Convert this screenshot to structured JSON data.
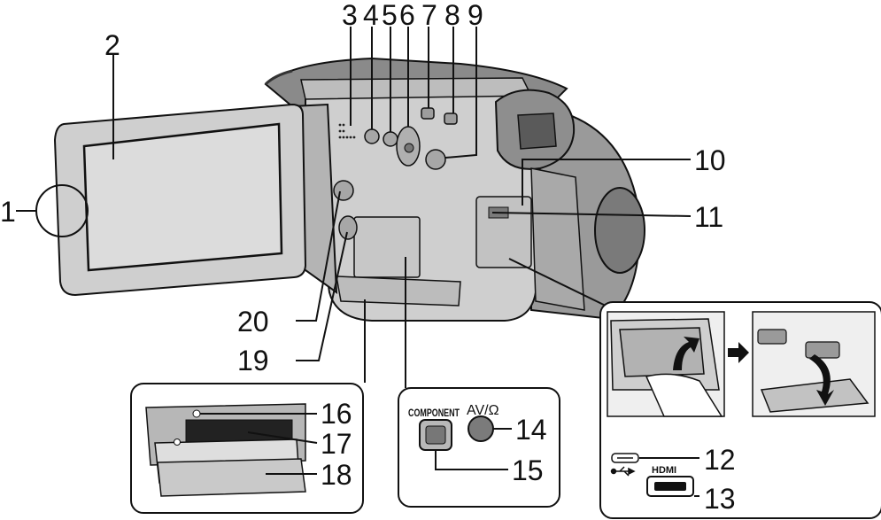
{
  "callouts": [
    "1",
    "2",
    "3",
    "4",
    "5",
    "6",
    "7",
    "8",
    "9",
    "10",
    "11",
    "12",
    "13",
    "14",
    "15",
    "16",
    "17",
    "18",
    "19",
    "20"
  ],
  "labels": {
    "component": "COMPONENT",
    "av_phones": "AV/Ω",
    "hdmi": "HDMI"
  },
  "colors": {
    "ink": "#111111",
    "body_light": "#cfcfcf",
    "body_mid": "#b4b4b4",
    "body_dark": "#6a6a6a",
    "lcd": "#dcdcdc",
    "panel_fill": "#efefef"
  },
  "icons": [
    "usb-icon",
    "arrow-right-icon",
    "curved-arrow-icon"
  ]
}
